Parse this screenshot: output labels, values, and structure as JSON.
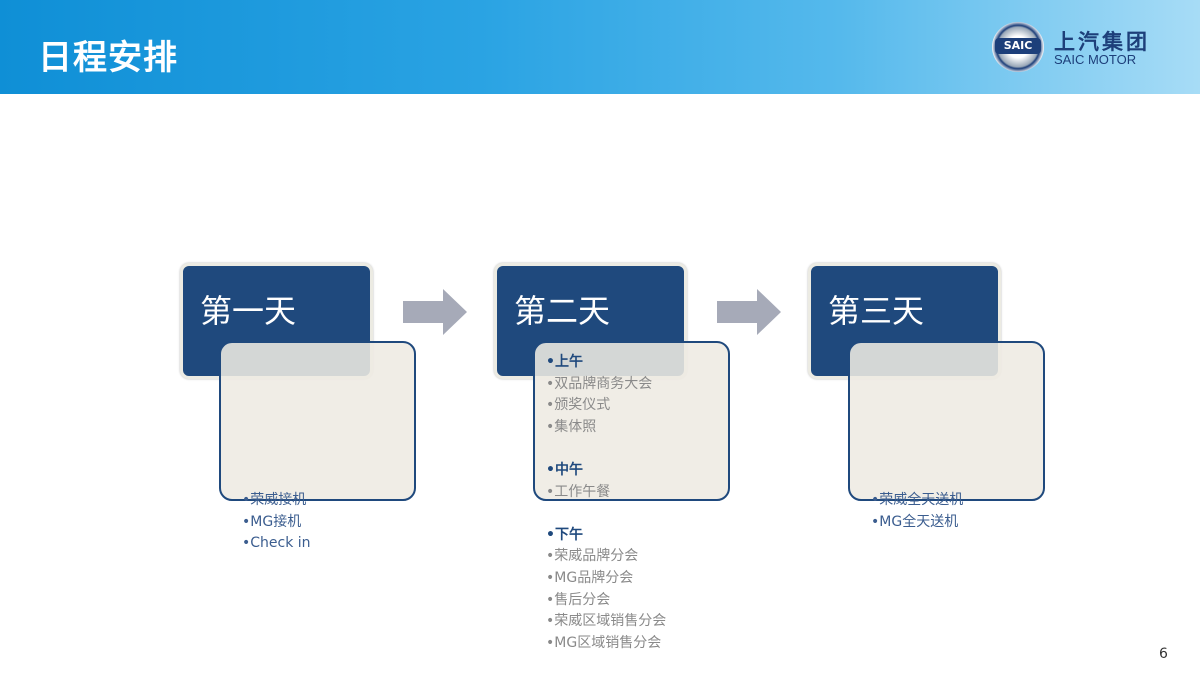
{
  "header": {
    "title": "日程安排",
    "logo": {
      "badge": "SAIC",
      "cn": "上汽集团",
      "en": "SAIC MOTOR"
    }
  },
  "days": [
    {
      "label": "第一天",
      "items": [
        "荣威接机",
        "MG接机",
        "Check in"
      ]
    },
    {
      "label": "第二天",
      "sections": [
        {
          "heading": "上午",
          "items": [
            "双品牌商务大会",
            "颁奖仪式",
            "集体照"
          ]
        },
        {
          "heading": "中午",
          "items": [
            "工作午餐"
          ]
        },
        {
          "heading": "下午",
          "items": [
            "荣威品牌分会",
            "MG品牌分会",
            "售后分会",
            "荣威区域销售分会",
            "MG区域销售分会"
          ]
        }
      ]
    },
    {
      "label": "第三天",
      "items": [
        "荣威全天送机",
        "MG全天送机"
      ]
    }
  ],
  "bullet": "•",
  "page_number": "6",
  "colors": {
    "navy": "#1f497d",
    "card": "#eeebe3",
    "arrow": "#a6aab8"
  }
}
